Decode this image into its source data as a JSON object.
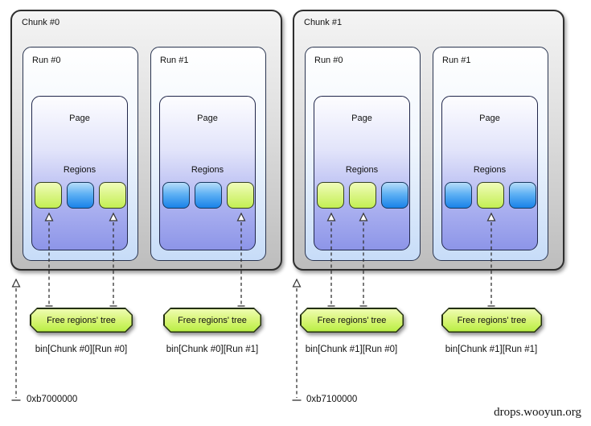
{
  "chunks": [
    {
      "label": "Chunk #0",
      "base_address": "0xb7000000",
      "runs": [
        {
          "label": "Run #0",
          "page": {
            "label": "Page",
            "regions_label": "Regions",
            "regions": [
              "green",
              "blue",
              "green"
            ],
            "free_region_indexes": [
              0,
              2
            ]
          },
          "free_tree": {
            "label": "Free regions' tree",
            "bin_label": "bin[Chunk #0][Run #0]"
          }
        },
        {
          "label": "Run #1",
          "page": {
            "label": "Page",
            "regions_label": "Regions",
            "regions": [
              "blue",
              "blue",
              "green"
            ],
            "free_region_indexes": [
              2
            ]
          },
          "free_tree": {
            "label": "Free regions' tree",
            "bin_label": "bin[Chunk #0][Run #1]"
          }
        }
      ]
    },
    {
      "label": "Chunk #1",
      "base_address": "0xb7100000",
      "runs": [
        {
          "label": "Run #0",
          "page": {
            "label": "Page",
            "regions_label": "Regions",
            "regions": [
              "green",
              "green",
              "blue"
            ],
            "free_region_indexes": [
              0,
              1
            ]
          },
          "free_tree": {
            "label": "Free regions' tree",
            "bin_label": "bin[Chunk #1][Run #0]"
          }
        },
        {
          "label": "Run #1",
          "page": {
            "label": "Page",
            "regions_label": "Regions",
            "regions": [
              "blue",
              "green",
              "blue"
            ],
            "free_region_indexes": [
              1
            ]
          },
          "free_tree": {
            "label": "Free regions' tree",
            "bin_label": "bin[Chunk #1][Run #1]"
          }
        }
      ]
    }
  ],
  "colors": {
    "region_green": "#c3ef54",
    "region_blue": "#1a82e9",
    "free_box_green": "#b8ee44",
    "chunk_gray": "#bdbdbd",
    "page_purple": "#8d95e8",
    "arrow": "#333333"
  },
  "watermark": "drops.wooyun.org"
}
